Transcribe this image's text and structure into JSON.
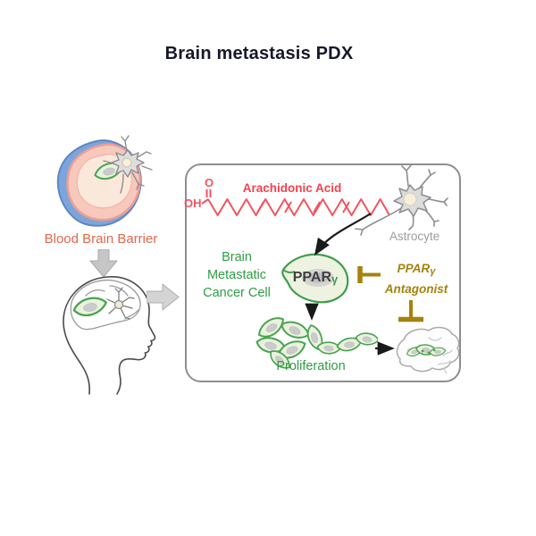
{
  "title": "Brain metastasis PDX",
  "left_panel": {
    "bbb_label": "Blood Brain Barrier"
  },
  "box": {
    "arachidonic": {
      "label": "Arachidonic Acid",
      "hydroxyl": "OH",
      "oxygen": "O"
    },
    "astrocyte_label": "Astrocyte",
    "cancer_cell_lines": [
      "Brain",
      "Metastatic",
      "Cancer Cell"
    ],
    "ppar": {
      "name": "PPAR",
      "gamma": "γ"
    },
    "antagonist": {
      "name": "PPAR",
      "gamma": "γ",
      "word": "Antagonist"
    },
    "proliferation_label": "Proliferation"
  },
  "colors": {
    "title_text": "#18182C",
    "arachidonic_red": "#F4535F",
    "pathway_green": "#2E9E43",
    "ppar_gold": "#A5820C",
    "bbb_coral": "#E0674C",
    "astrocyte_gray": "#9C9C9C"
  }
}
